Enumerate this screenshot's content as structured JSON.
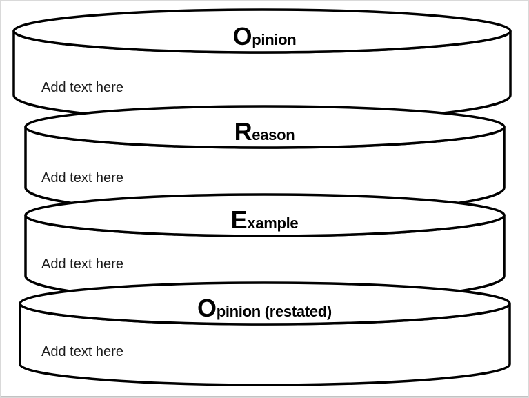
{
  "colors": {
    "outline": "#000000",
    "shape_fill": "#ffffff",
    "canvas_background": "#ffffff",
    "canvas_border": "#d9d9d9",
    "canvas_border_bottom": "#c2c2c2",
    "title_text": "#000000",
    "placeholder_text": "#1b1b1b"
  },
  "sections": [
    {
      "id": "opinion",
      "title_initial": "O",
      "title_rest": "pinion",
      "placeholder": "Add text here"
    },
    {
      "id": "reason",
      "title_initial": "R",
      "title_rest": "eason",
      "placeholder": "Add text here"
    },
    {
      "id": "example",
      "title_initial": "E",
      "title_rest": "xample",
      "placeholder": "Add text here"
    },
    {
      "id": "opinion-restated",
      "title_initial": "O",
      "title_rest": "pinion (restated)",
      "placeholder": "Add text here"
    }
  ]
}
